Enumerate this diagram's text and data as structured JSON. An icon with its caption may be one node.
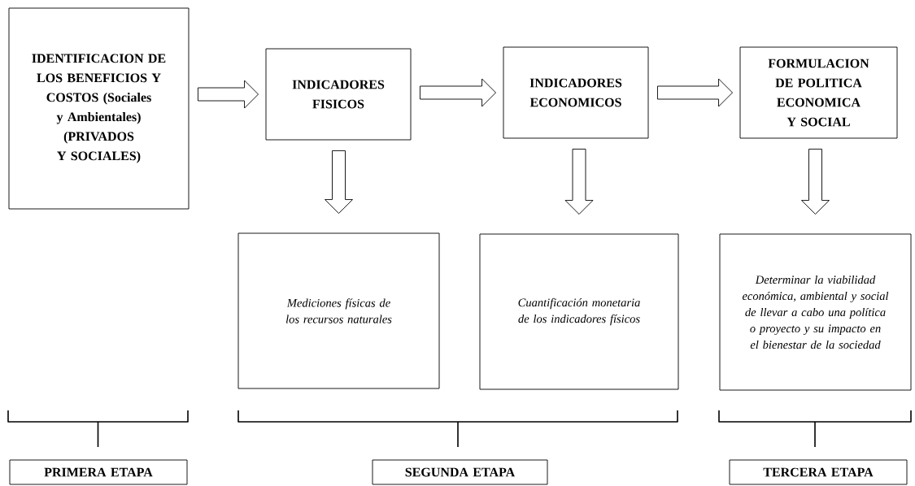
{
  "diagram": {
    "nodes": [
      {
        "text": [
          "IDENTIFICACION DE LOS BENEFICIOS Y COSTOS (Sociales y Ambientales) (PRIVADOS Y SOCIALES)"
        ]
      },
      {
        "text": [
          "INDICADORES FISICOS"
        ]
      },
      {
        "text": [
          "INDICADORES ECONOMICOS"
        ]
      },
      {
        "text": [
          "FORMULACION DE POLITICA ECONOMICA Y SOCIAL"
        ]
      },
      {
        "text": [
          "Mediciones físicas de los recursos naturales"
        ]
      },
      {
        "text": [
          "Cuantificación monetaria de los indicadores físicos"
        ]
      },
      {
        "text": [
          "Determinar la viabilidad económica, ambiental y social de llevar a cabo una política o proyecto y su impacto en el bienestar de la sociedad"
        ]
      },
      {
        "text": [
          "PRIMERA ETAPA"
        ]
      },
      {
        "text": [
          "SEGUNDA ETAPA"
        ]
      },
      {
        "text": [
          "TERCERA ETAPA"
        ]
      }
    ],
    "edges": [
      {
        "from": 0,
        "to": 1,
        "arrow": "to"
      },
      {
        "from": 1,
        "to": 2,
        "arrow": "to"
      },
      {
        "from": 2,
        "to": 3,
        "arrow": "to"
      },
      {
        "from": 1,
        "to": 4,
        "arrow": "to"
      },
      {
        "from": 2,
        "to": 5,
        "arrow": "to"
      },
      {
        "from": 3,
        "to": 6,
        "arrow": "to"
      }
    ]
  }
}
